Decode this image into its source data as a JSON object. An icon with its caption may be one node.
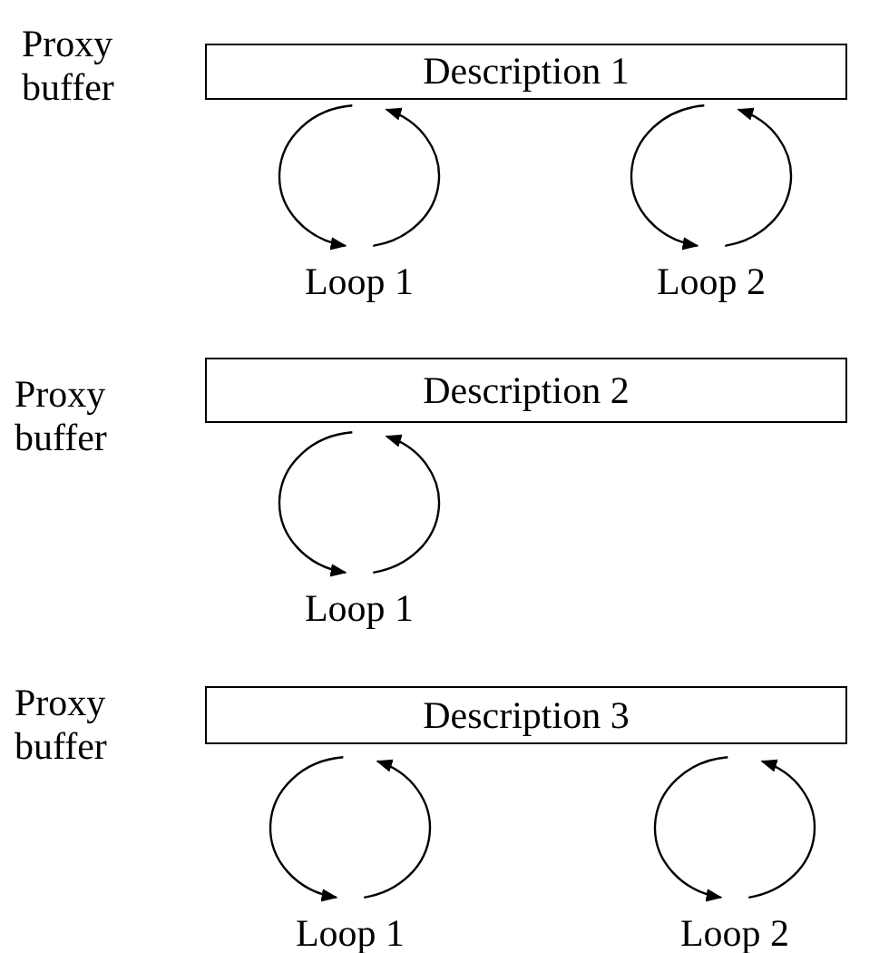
{
  "diagram": {
    "nodes": [
      {
        "text": [
          "Description 1"
        ],
        "beside": [
          "Proxy buffer"
        ]
      },
      {
        "text": [
          "Loop 1"
        ]
      },
      {
        "text": [
          "Loop 2"
        ]
      },
      {
        "text": [
          "Description 2"
        ],
        "beside": [
          "Proxy buffer"
        ]
      },
      {
        "text": [
          "Loop 1"
        ]
      },
      {
        "text": [
          "Description 3"
        ],
        "beside": [
          "Proxy buffer"
        ]
      },
      {
        "text": [
          "Loop 1"
        ]
      },
      {
        "text": [
          "Loop 2"
        ]
      }
    ],
    "edges": []
  }
}
